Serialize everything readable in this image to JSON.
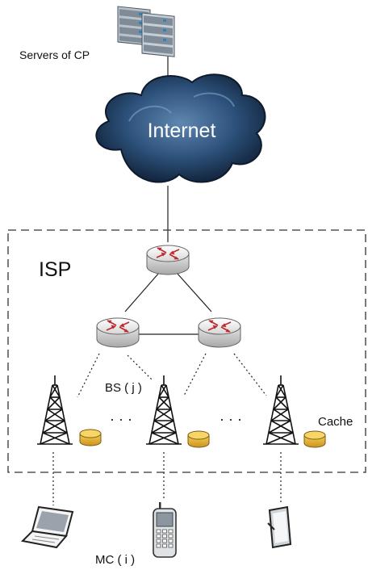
{
  "labels": {
    "servers": "Servers of CP",
    "internet": "Internet",
    "isp": "ISP",
    "bs": "BS ( j )",
    "cache": "Cache",
    "mc": "MC ( i )",
    "ellipsis_left": "· · ·",
    "ellipsis_right": "· · ·"
  },
  "icons": {
    "servers": "server-rack-icon",
    "cloud": "cloud-icon",
    "router": "router-icon",
    "tower": "cell-tower-icon",
    "cache": "cache-database-icon",
    "laptop": "laptop-icon",
    "phone": "mobile-phone-icon",
    "tablet": "tablet-icon"
  },
  "colors": {
    "cloud_dark": "#1b3a5c",
    "cloud_light": "#5f87b0",
    "router_arrow": "#c0262d",
    "cache_fill": "#e9b93a",
    "line": "#222222"
  }
}
